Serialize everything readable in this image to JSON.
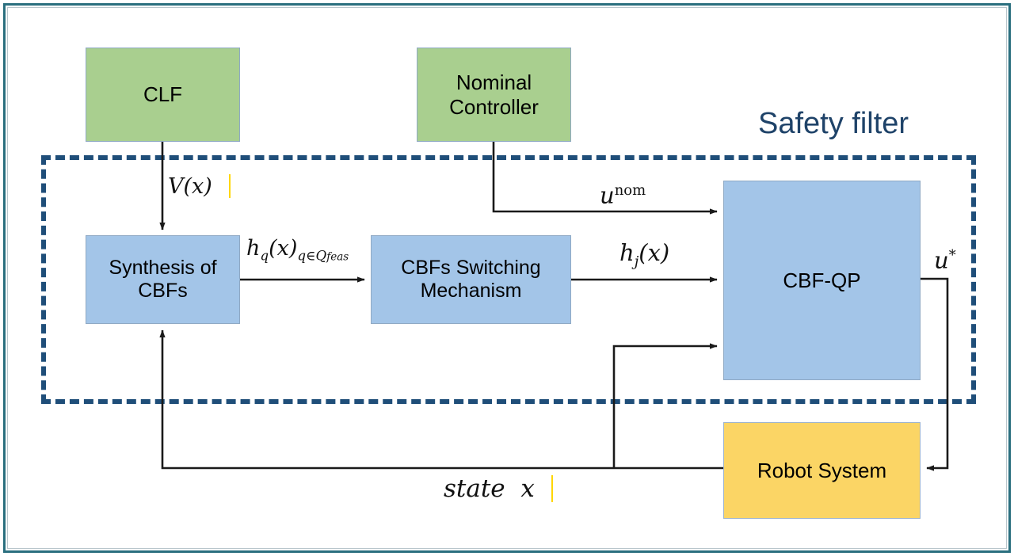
{
  "diagram": {
    "title": "Safety filter",
    "title_color": "#1f4369",
    "frame_color": "#2a6f7f",
    "dashed_border_color": "#1f4e79",
    "blocks": [
      {
        "id": "clf",
        "label": "CLF",
        "color": "#a9cf8f"
      },
      {
        "id": "nominal",
        "label": "Nominal\nController",
        "color": "#a9cf8f"
      },
      {
        "id": "synthesis",
        "label": "Synthesis of\nCBFs",
        "color": "#a3c5e8"
      },
      {
        "id": "switching",
        "label": "CBFs Switching\nMechanism",
        "color": "#a3c5e8"
      },
      {
        "id": "cbfqp",
        "label": "CBF-QP",
        "color": "#a3c5e8"
      },
      {
        "id": "robot",
        "label": "Robot System",
        "color": "#fbd565"
      }
    ],
    "signals": {
      "clf_to_synthesis": {
        "base": "V",
        "arg": "(x)"
      },
      "synthesis_to_switching": {
        "base": "h",
        "sub": "q",
        "arg": "(x)",
        "sub2_pre": "q∈Q",
        "sub2_post": "feas"
      },
      "nominal_to_qp": {
        "base": "u",
        "sup": "nom"
      },
      "switching_to_qp": {
        "base": "h",
        "sub": "j",
        "arg": "(x)"
      },
      "qp_to_robot": {
        "base": "u",
        "sup": "*"
      },
      "robot_feedback": {
        "base": "state",
        "arg": "x"
      }
    }
  }
}
